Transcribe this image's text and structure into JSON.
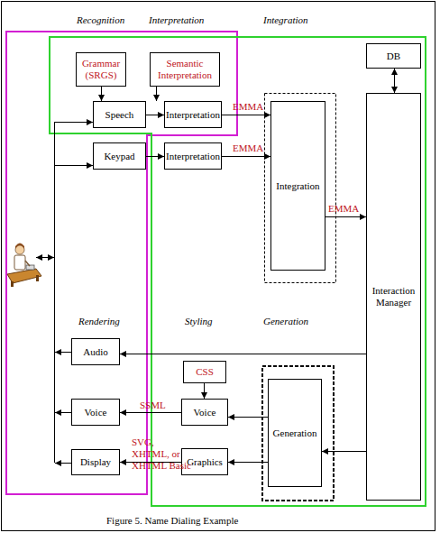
{
  "diagram": {
    "caption": "Figure 5. Name Dialing Example",
    "nodes": [
      {
        "text": [
          "Grammar (SRGS)"
        ]
      },
      {
        "text": [
          "Semantic Interpretation"
        ]
      },
      {
        "text": [
          "DB"
        ]
      },
      {
        "text": [
          "Speech"
        ]
      },
      {
        "text": [
          "Interpretation"
        ]
      },
      {
        "text": [
          "Keypad"
        ]
      },
      {
        "text": [
          "Interpretation"
        ]
      },
      {
        "text": [
          "Integration"
        ]
      },
      {
        "text": [
          "Interaction Manager"
        ]
      },
      {
        "text": [
          "Audio"
        ]
      },
      {
        "text": [
          "CSS"
        ]
      },
      {
        "text": [
          "Voice"
        ]
      },
      {
        "text": [
          "Voice"
        ]
      },
      {
        "text": [
          "Generation"
        ]
      },
      {
        "text": [
          "Display"
        ]
      },
      {
        "text": [
          "Graphics"
        ]
      }
    ],
    "edges": [
      {
        "from": 0,
        "to": 3,
        "arrow": "to"
      },
      {
        "from": 1,
        "to": 4,
        "arrow": "to"
      },
      {
        "from": 3,
        "to": 4,
        "arrow": "to"
      },
      {
        "from": 5,
        "to": 6,
        "arrow": "to"
      },
      {
        "from": 4,
        "to": 7,
        "label": "EMMA",
        "arrow": "to"
      },
      {
        "from": 6,
        "to": 7,
        "label": "EMMA",
        "arrow": "to"
      },
      {
        "from": 7,
        "to": 8,
        "label": "EMMA",
        "arrow": "to"
      },
      {
        "from": 2,
        "to": 8,
        "arrow": "both"
      },
      {
        "from": 8,
        "to": 9,
        "arrow": "to"
      },
      {
        "from": 8,
        "to": 13,
        "arrow": "to"
      },
      {
        "from": 13,
        "to": 12,
        "arrow": "to"
      },
      {
        "from": 13,
        "to": 15,
        "arrow": "to"
      },
      {
        "from": 10,
        "to": 12,
        "arrow": "to"
      },
      {
        "from": 12,
        "to": 11,
        "label": "SSML",
        "arrow": "to"
      },
      {
        "from": 15,
        "to": 14,
        "label": "SVG, XHTML, or XHTML Basic",
        "arrow": "to"
      }
    ],
    "labels": [
      "Recognition",
      "Interpretation",
      "Integration",
      "Rendering",
      "Styling",
      "Generation"
    ]
  }
}
